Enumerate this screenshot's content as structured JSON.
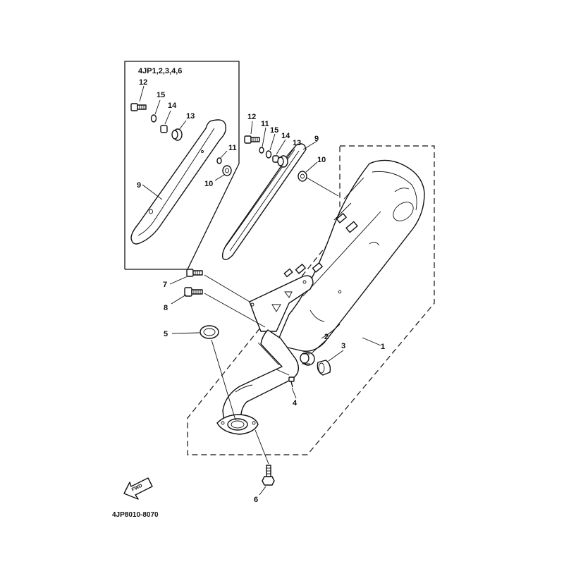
{
  "diagram": {
    "inset_title": "4JP1,2,3,4,6",
    "catalog_code": "4JP8010-8070",
    "fwd_label": "FWD",
    "callouts": {
      "inset_12": "12",
      "inset_15": "15",
      "inset_14": "14",
      "inset_13": "13",
      "inset_11": "11",
      "inset_10": "10",
      "inset_9": "9",
      "main_12": "12",
      "main_11": "11",
      "main_15": "15",
      "main_14": "14",
      "main_13": "13",
      "main_9": "9",
      "main_10": "10",
      "c7": "7",
      "c8": "8",
      "c5": "5",
      "c2": "2",
      "c3": "3",
      "c1": "1",
      "c4": "4",
      "c6": "6"
    }
  }
}
